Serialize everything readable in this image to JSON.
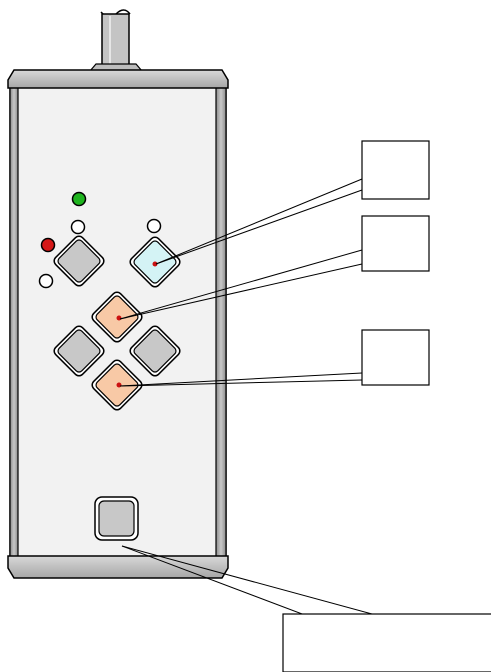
{
  "title": "",
  "device": {
    "cable": "power-cable",
    "indicators": [
      {
        "name": "status-led-green",
        "color": "#1fb41f",
        "lit": true
      },
      {
        "name": "status-led-red",
        "color": "#d51818",
        "lit": true
      },
      {
        "name": "status-led-off",
        "color": "#ffffff",
        "lit": false
      }
    ],
    "buttons": [
      {
        "name": "left-keychain-button",
        "color": "#c8c8c8"
      },
      {
        "name": "blue-keychain-button",
        "color": "#d4f3f5"
      },
      {
        "name": "upper-orange-button",
        "color": "#f8c9a6"
      },
      {
        "name": "left-gray-button",
        "color": "#c8c8c8"
      },
      {
        "name": "right-gray-button",
        "color": "#c8c8c8"
      },
      {
        "name": "lower-orange-button",
        "color": "#f8c9a6"
      },
      {
        "name": "bottom-square-button",
        "color": "#c8c8c8"
      }
    ]
  },
  "callouts": [
    {
      "name": "callout-box-1",
      "text": ""
    },
    {
      "name": "callout-box-2",
      "text": ""
    },
    {
      "name": "callout-box-3",
      "text": ""
    },
    {
      "name": "callout-box-4",
      "text": ""
    }
  ],
  "colors": {
    "casing": "#f2f2f2",
    "caps": "#c0c0c0",
    "outline": "#000000",
    "dot": "#cc1111"
  }
}
